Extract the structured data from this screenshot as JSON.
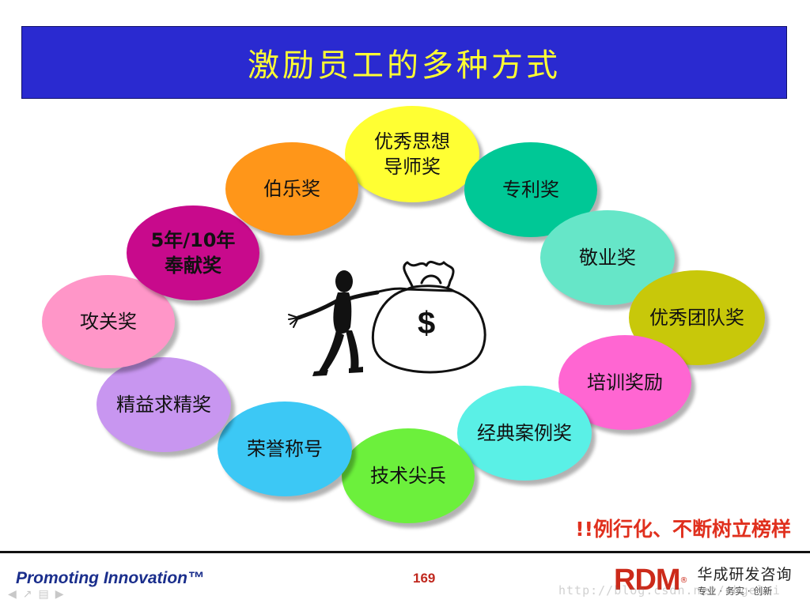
{
  "slide": {
    "title": "激励员工的多种方式",
    "awards": [
      {
        "label": "优秀思想\n导师奖",
        "color": "#ffff33",
        "bold": false
      },
      {
        "label": "专利奖",
        "color": "#00c896",
        "bold": false
      },
      {
        "label": "敬业奖",
        "color": "#66e6c8",
        "bold": false
      },
      {
        "label": "优秀团队奖",
        "color": "#c8c80a",
        "bold": false
      },
      {
        "label": "培训奖励",
        "color": "#ff66d2",
        "bold": false
      },
      {
        "label": "经典案例奖",
        "color": "#5af0e6",
        "bold": false
      },
      {
        "label": "技术尖兵",
        "color": "#6cf03c",
        "bold": false
      },
      {
        "label": "荣誉称号",
        "color": "#3cc8f5",
        "bold": false
      },
      {
        "label": "精益求精奖",
        "color": "#c896f0",
        "bold": false
      },
      {
        "label": "攻关奖",
        "color": "#ff96c8",
        "bold": false
      },
      {
        "label": "5年/10年\n奉献奖",
        "color": "#c80a8c",
        "bold": true
      },
      {
        "label": "伯乐奖",
        "color": "#ff9619",
        "bold": false
      }
    ],
    "center_art_icon": "stick-figure-with-money-bag",
    "currency_symbol": "$",
    "tagline": "!!例行化、不断树立榜样"
  },
  "footer": {
    "left_text": "Promoting Innovation™",
    "page_number": "169",
    "logo_mark": "RDM",
    "logo_registered": "®",
    "logo_name": "华成研发咨询",
    "logo_slogan": "专业 · 务实 · 创新",
    "nav_icons": [
      "◀",
      "↗",
      "▤",
      "▶"
    ],
    "watermark": "http://blog.csdn.net/zhgelei"
  }
}
